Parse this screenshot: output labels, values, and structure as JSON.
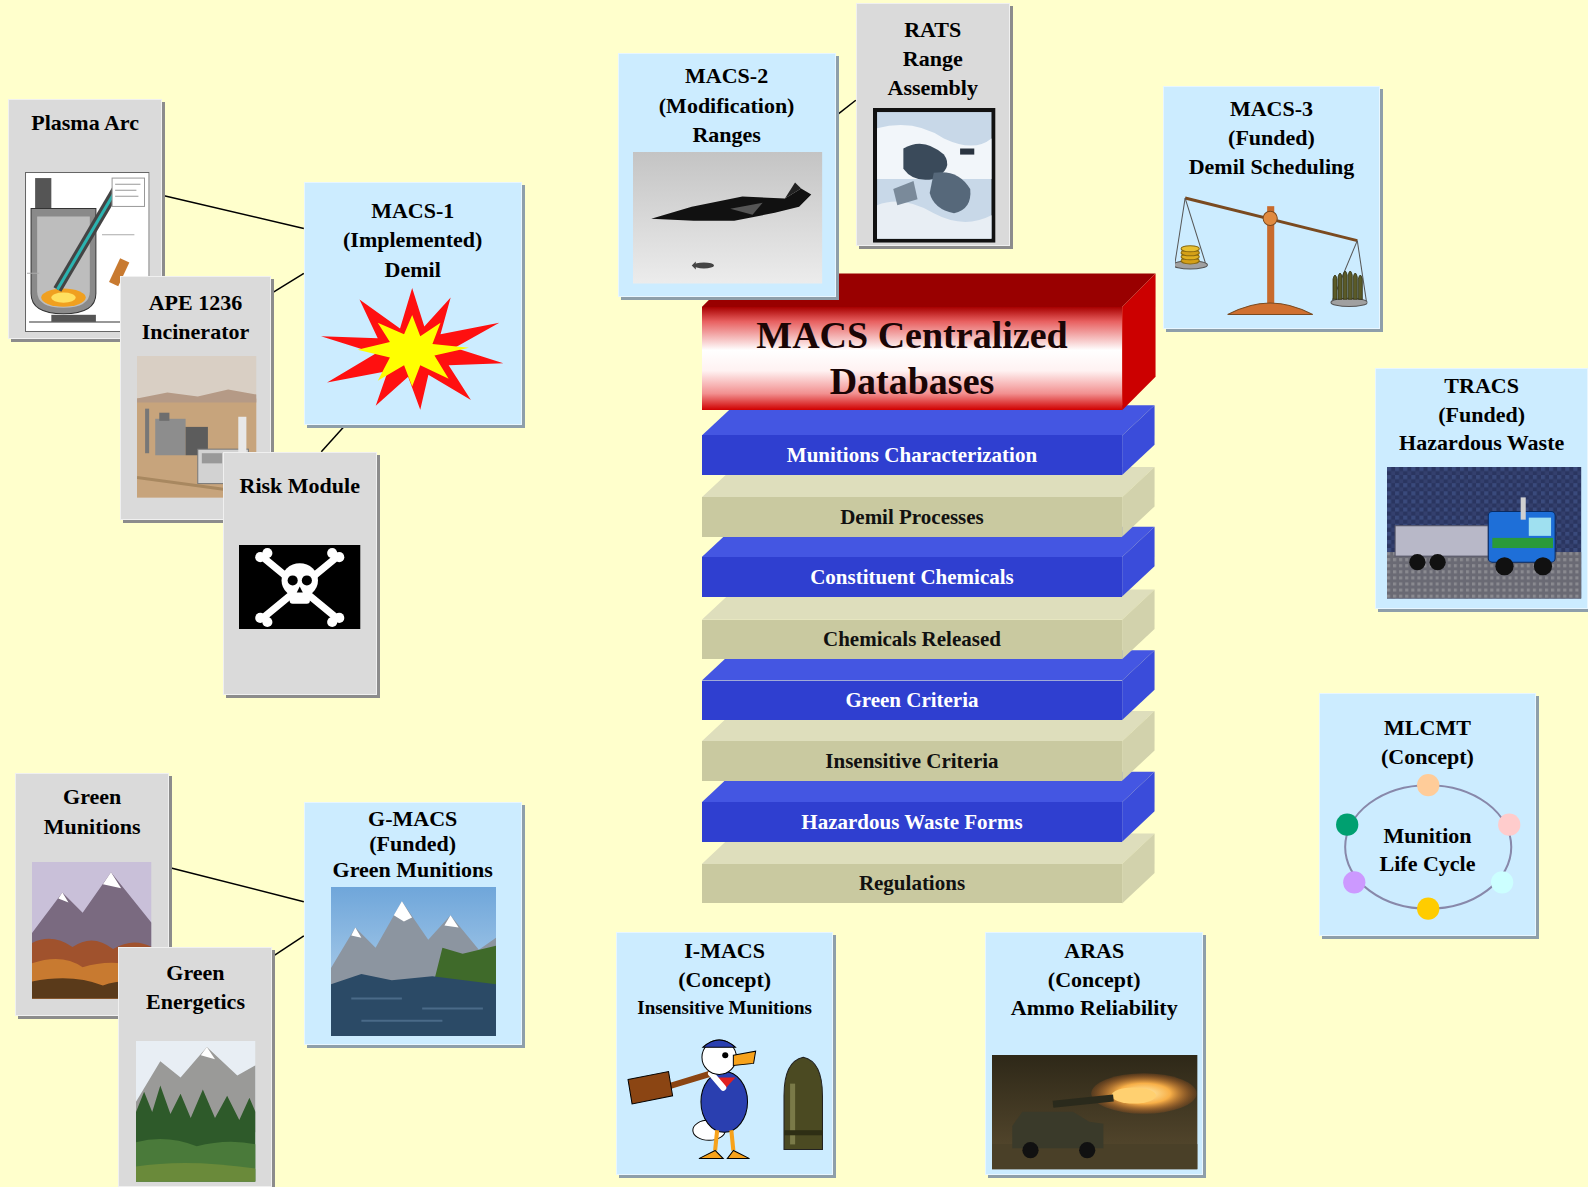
{
  "diagram": {
    "nodes": [
      {
        "text": [
          "Plasma Arc"
        ]
      },
      {
        "text": [
          "MACS-2 (Modification) Ranges"
        ]
      },
      {
        "text": [
          "RATS Range Assembly"
        ]
      },
      {
        "text": [
          "MACS-3 (Funded) Demil Scheduling"
        ]
      },
      {
        "text": [
          "MACS-1 (Implemented) Demil"
        ]
      },
      {
        "text": [
          "APE 1236 Incinerator"
        ]
      },
      {
        "text": [
          "MACS Centralized Databases"
        ]
      },
      {
        "text": [
          "Munitions Characterization"
        ]
      },
      {
        "text": [
          "Demil Processes"
        ]
      },
      {
        "text": [
          "Constituent Chemicals"
        ]
      },
      {
        "text": [
          "Chemicals Released"
        ]
      },
      {
        "text": [
          "Green Criteria"
        ]
      },
      {
        "text": [
          "Insensitive Criteria"
        ]
      },
      {
        "text": [
          "Hazardous Waste Forms"
        ]
      },
      {
        "text": [
          "Regulations"
        ]
      },
      {
        "text": [
          "TRACS (Funded) Hazardous Waste"
        ]
      },
      {
        "text": [
          "Risk Module"
        ]
      },
      {
        "text": [
          "MLCMT (Concept)",
          "Munition Life Cycle"
        ]
      },
      {
        "text": [
          "Green Munitions"
        ]
      },
      {
        "text": [
          "G-MACS (Funded) Green Munitions"
        ]
      },
      {
        "text": [
          "Green Energetics"
        ]
      },
      {
        "text": [
          "I-MACS (Concept) Insensitive Munitions"
        ]
      },
      {
        "text": [
          "ARAS (Concept) Ammo Reliability"
        ]
      }
    ],
    "edges": [
      {
        "from": 0,
        "to": 4,
        "arrow": "none"
      },
      {
        "from": 5,
        "to": 4,
        "arrow": "none"
      },
      {
        "from": 16,
        "to": 4,
        "arrow": "none"
      },
      {
        "from": 2,
        "to": 1,
        "arrow": "none"
      },
      {
        "from": 18,
        "to": 19,
        "arrow": "none"
      },
      {
        "from": 20,
        "to": 19,
        "arrow": "none"
      }
    ]
  }
}
